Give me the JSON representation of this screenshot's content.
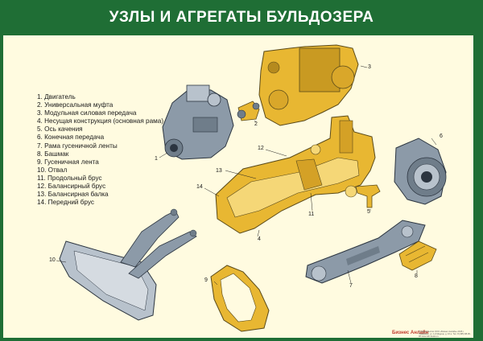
{
  "title": "УЗЛЫ И АГРЕГАТЫ БУЛЬДОЗЕРА",
  "legend": [
    "1. Двигатель",
    "2. Универсальная муфта",
    "3. Модульная силовая передача",
    "4. Несущая конструкция (основная рама)",
    "5. Ось качения",
    "6. Конечная передача",
    "7. Рама гусеничной ленты",
    "8. Башмак",
    "9. Гусеничная лента",
    "10. Отвал",
    "11. Продольный брус",
    "12. Балансирный брус",
    "13. Балансирная балка",
    "14. Передний брус"
  ],
  "callouts": [
    "1",
    "2",
    "3",
    "4",
    "5",
    "6",
    "7",
    "8",
    "9",
    "10",
    "11",
    "12",
    "13",
    "14"
  ],
  "colors": {
    "background_frame": "#1f6e35",
    "panel": "#fffbe0",
    "part_yellow": "#e8b732",
    "part_gray": "#8c9aa8",
    "part_steel": "#b8c2cc"
  },
  "footer": {
    "logo": "Бизнес Анлайн",
    "text": "© Издательство ООО «Бизнес Анлайн» 2015 г. Прадакшн, ул. 1-й Медоцк, д. 16 а. Тел. 8 (495) 98-06-96 www.nkb-books.ru"
  }
}
